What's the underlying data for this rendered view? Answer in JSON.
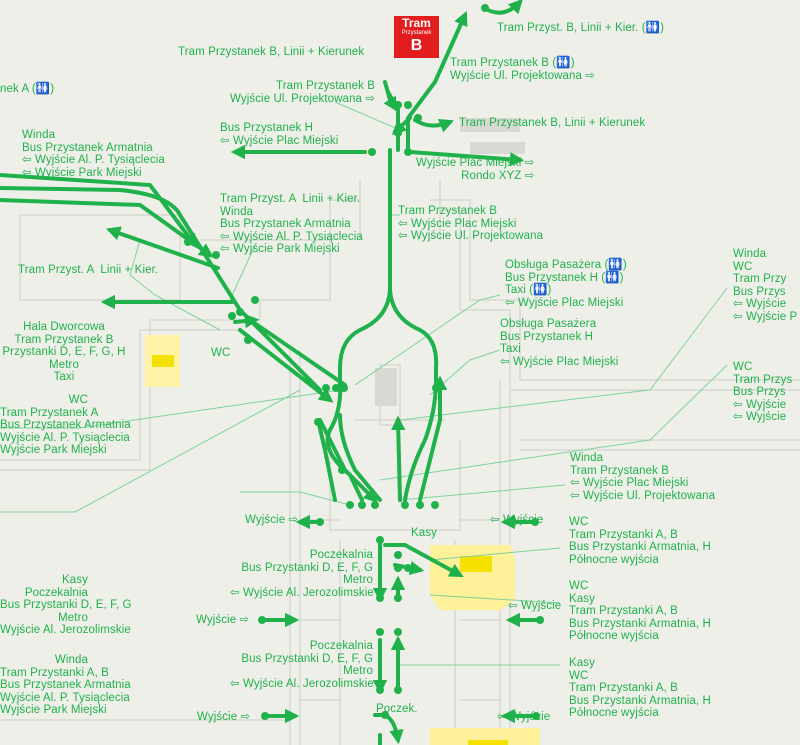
{
  "colors": {
    "route": "#1fb24a",
    "background": "#efefea",
    "building": "#d6d6d1",
    "highlight": "#fff09a",
    "tram_badge": "#e21d1d"
  },
  "tram_badge": {
    "line1": "Tram",
    "line2": "Przystanek",
    "line3": "B"
  },
  "labels": {
    "l01": "Tram Przyst. B, Linii + Kier. (🚻)",
    "l02": "Tram Przystanek B, Linii + Kierunek",
    "l03": "Tram Przystanek B (🚻)\nWyjście Ul. Projektowana ⇨",
    "l04": "Tram Przystanek B\nWyjście Ul. Projektowana ⇨",
    "l05": "nek A (🚻)",
    "l06": "Tram Przystanek B, Linii + Kierunek",
    "l07": "Bus Przystanek H\n⇦ Wyjście Plac Miejski",
    "l08": "Winda\nBus Przystanek Armatnia\n⇦ Wyjście Al. P. Tysiąclecia\n⇦ Wyjście Park Miejski",
    "l09": "Wyjście Plac Miejski ⇨\nRondo XYZ ⇨",
    "l10": "Tram Przystanek B\n⇦ Wyjście Plac Miejski\n⇦ Wyjście Ul. Projektowana",
    "l11": "Tram Przyst. A  Linii + Kier.\nWinda\nBus Przystanek Armatnia\n⇦ Wyjście Al. P. Tysiąclecia\n⇦ Wyjście Park Miejski",
    "l12": "Tram Przyst. A  Linii + Kier.",
    "l13": "Obsługa Pasażera (🚻)\nBus Przystanek H (🚻)\nTaxi (🚻)\n⇦ Wyjście Plac Miejski",
    "l14": "Winda\nWC\nTram Przy\nBus Przys\n⇦ Wyjście\n⇦ Wyjście P",
    "l15": "Obsługa Pasażera\nBus Przystanek H\nTaxi\n⇦ Wyjście Plac Miejski",
    "l16": "Hala Dworcowa\nTram Przystanek B\nPrzystanki D, E, F, G, H\nMetro\nTaxi",
    "l17": "WC",
    "l18": "WC\nTram Przys\nBus Przys\n⇦ Wyjście\n⇦ Wyjście",
    "l19": "WC\nTram Przystanek A\nBus Przystanek Armatnia\nWyjście Al. P. Tysiąclecia\nWyjście Park Miejski",
    "l20": "Winda\nTram Przystanek B\n⇦ Wyjście Plac Miejski\n⇦ Wyjście Ul. Projektowana",
    "l21": "Wyjście ⇨",
    "l22": "⇦ Wyjście",
    "l23": "Kasy",
    "l24": "WC\nTram Przystanki A, B\nBus Przystanki Armatnia, H\nPółnocne wyjścia",
    "l25": "Poczekalnia\nBus Przystanki D, E, F, G\nMetro\n⇦ Wyjście Al. Jerozolimskie",
    "l26": "Kasy\nPoczekalnia\nBus Przystanki D, E, F, G\nMetro\nWyjście Al. Jerozolimskie",
    "l27": "⇦ Wyjście",
    "l28": "WC\nKasy\nTram Przystanki A, B\nBus Przystanki Armatnia, H\nPółnocne wyjścia",
    "l29": "Wyjście ⇨",
    "l30": "Poczekalnia\nBus Przystanki D, E, F, G\nMetro\n⇦ Wyjście Al. Jerozolimskie",
    "l31": "Kasy\nWC\nTram Przystanki A, B\nBus Przystanki Armatnia, H\nPółnocne wyjścia",
    "l32": "Winda\nTram Przystanki A, B\nBus Przystanek Armatnia\nWyjście Al. P. Tysiąclecia\nWyjście Park Miejski",
    "l33": "Wyjście ⇨",
    "l34": "Poczek.",
    "l35": "⇦ Wyjście"
  }
}
